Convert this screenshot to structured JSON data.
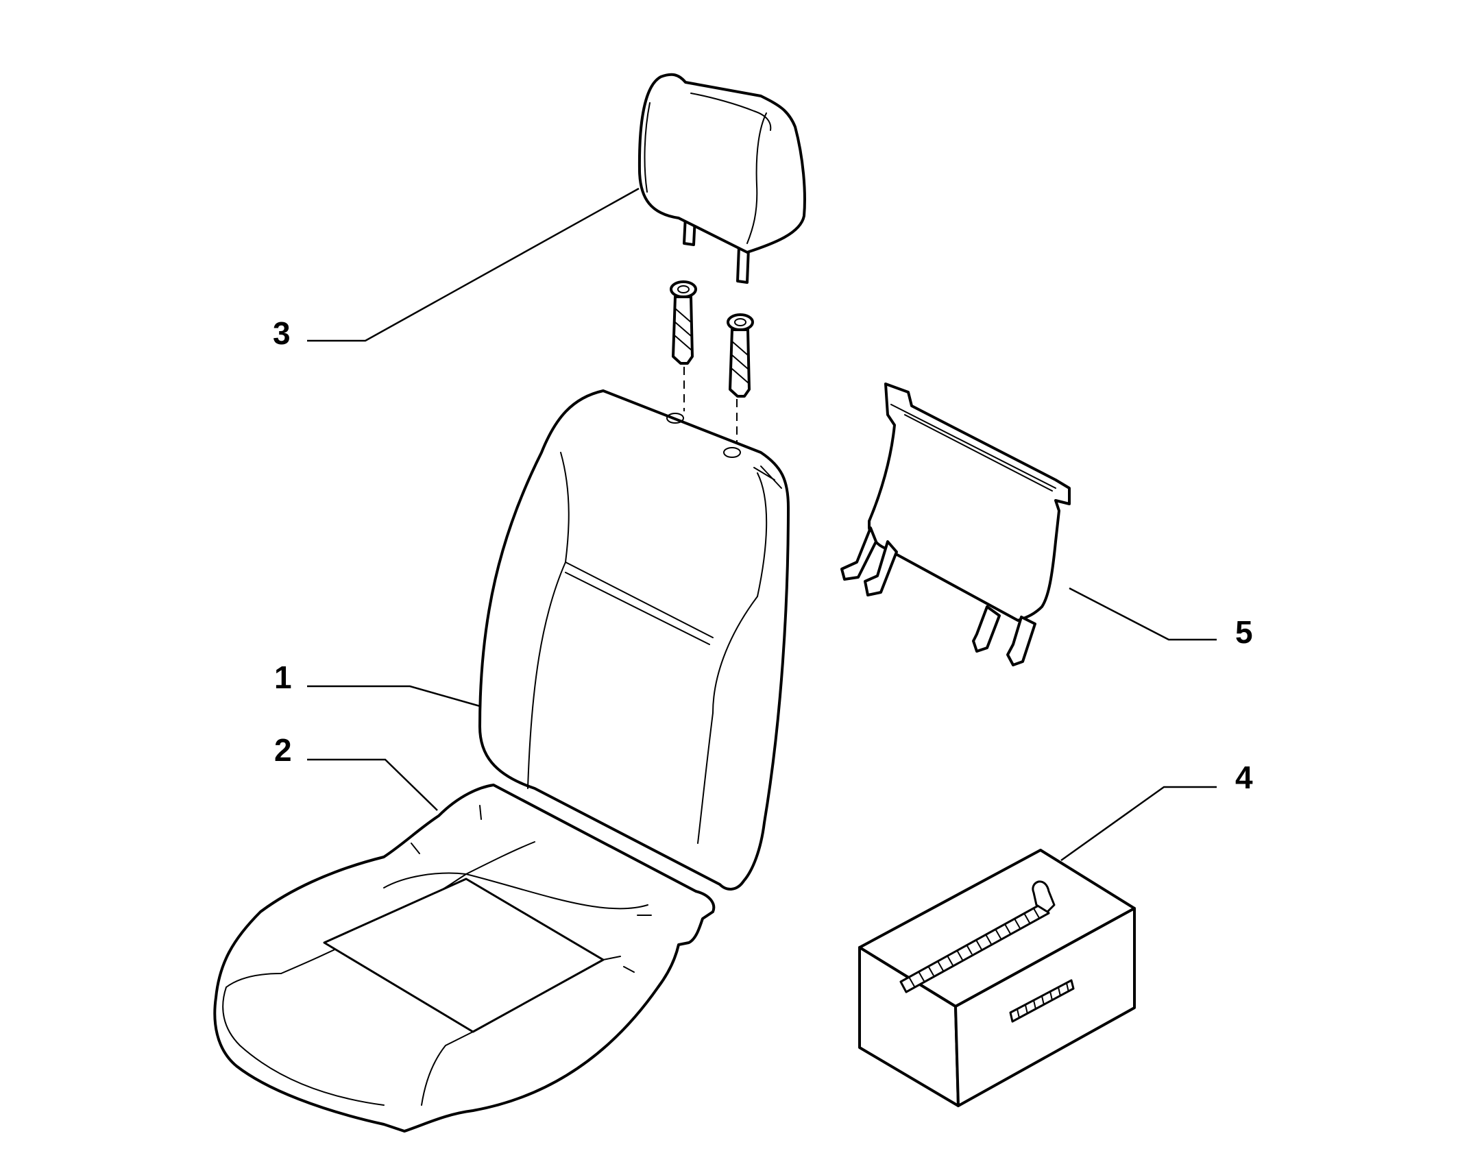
{
  "callouts": {
    "seat_back_cover": "1",
    "seat_cushion_cover": "2",
    "headrest": "3",
    "repair_kit": "4",
    "back_panel": "5"
  }
}
